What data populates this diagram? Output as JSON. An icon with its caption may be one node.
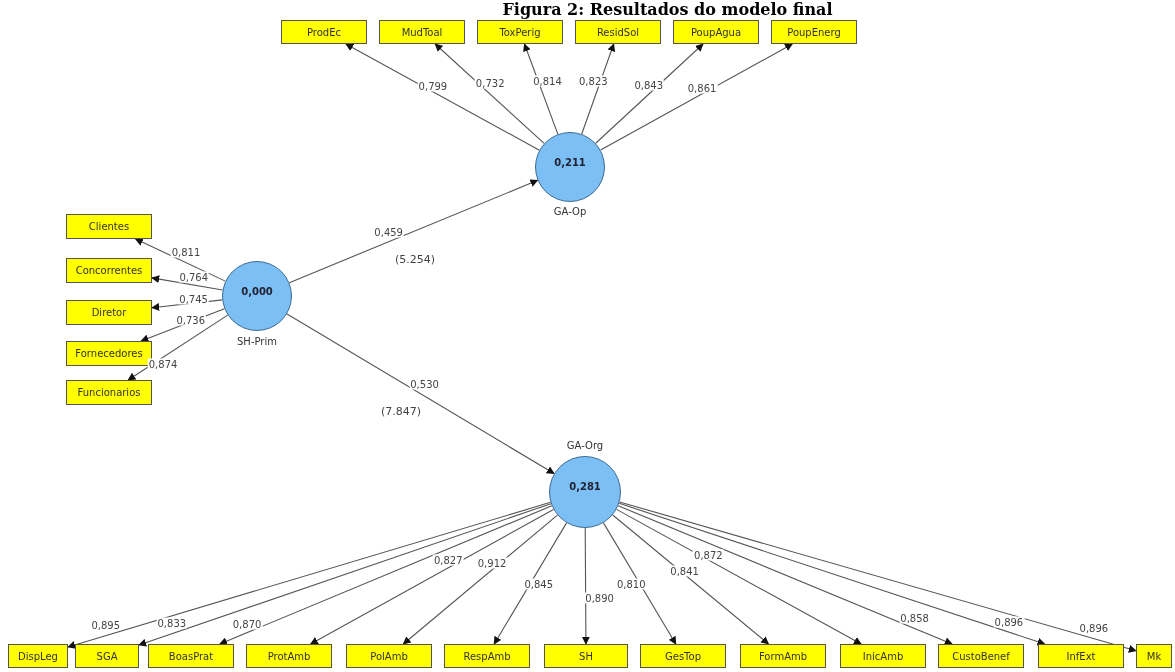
{
  "diagram": {
    "title": "Figura 2: Resultados do modelo final",
    "nodes": [
      {
        "text": [
          "ProdEc"
        ]
      },
      {
        "text": [
          "MudToal"
        ]
      },
      {
        "text": [
          "ToxPerig"
        ]
      },
      {
        "text": [
          "ResidSol"
        ]
      },
      {
        "text": [
          "PoupAgua"
        ]
      },
      {
        "text": [
          "PoupEnerg"
        ]
      },
      {
        "text": [
          "0,211"
        ],
        "beside": [
          "GA-Op"
        ]
      },
      {
        "text": [
          "Clientes"
        ]
      },
      {
        "text": [
          "Concorrentes"
        ]
      },
      {
        "text": [
          "Diretor"
        ]
      },
      {
        "text": [
          "Fornecedores"
        ]
      },
      {
        "text": [
          "Funcionarios"
        ]
      },
      {
        "text": [
          "0,000"
        ],
        "beside": [
          "SH-Prim"
        ]
      },
      {
        "text": [
          "0,281"
        ],
        "beside": [
          "GA-Org"
        ]
      },
      {
        "text": [
          "DispLeg"
        ]
      },
      {
        "text": [
          "SGA"
        ]
      },
      {
        "text": [
          "BoasPrat"
        ]
      },
      {
        "text": [
          "ProtAmb"
        ]
      },
      {
        "text": [
          "PolAmb"
        ]
      },
      {
        "text": [
          "RespAmb"
        ]
      },
      {
        "text": [
          "SH"
        ]
      },
      {
        "text": [
          "GesTop"
        ]
      },
      {
        "text": [
          "FormAmb"
        ]
      },
      {
        "text": [
          "InicAmb"
        ]
      },
      {
        "text": [
          "CustoBenef"
        ]
      },
      {
        "text": [
          "InfExt"
        ]
      },
      {
        "text": [
          "Mk"
        ]
      }
    ],
    "edges": [
      {
        "from": 6,
        "to": 0,
        "arrow": "to",
        "label": "0,799"
      },
      {
        "from": 6,
        "to": 1,
        "arrow": "to",
        "label": "0,732"
      },
      {
        "from": 6,
        "to": 2,
        "arrow": "to",
        "label": "0,814"
      },
      {
        "from": 6,
        "to": 3,
        "arrow": "to",
        "label": "0,823"
      },
      {
        "from": 6,
        "to": 4,
        "arrow": "to",
        "label": "0,843"
      },
      {
        "from": 6,
        "to": 5,
        "arrow": "to",
        "label": "0,861"
      },
      {
        "from": 12,
        "to": 7,
        "arrow": "to",
        "label": "0,811"
      },
      {
        "from": 12,
        "to": 8,
        "arrow": "to",
        "label": "0,764"
      },
      {
        "from": 12,
        "to": 9,
        "arrow": "to",
        "label": "0,745"
      },
      {
        "from": 12,
        "to": 10,
        "arrow": "to",
        "label": "0,736"
      },
      {
        "from": 12,
        "to": 11,
        "arrow": "to",
        "label": "0,874"
      },
      {
        "from": 12,
        "to": 6,
        "arrow": "to",
        "label": "0,459"
      },
      {
        "from": 12,
        "to": 13,
        "arrow": "to",
        "label": "0,530"
      },
      {
        "from": 13,
        "to": 14,
        "arrow": "to",
        "label": "0,895"
      },
      {
        "from": 13,
        "to": 15,
        "arrow": "to",
        "label": "0,833"
      },
      {
        "from": 13,
        "to": 16,
        "arrow": "to",
        "label": "0,870"
      },
      {
        "from": 13,
        "to": 17,
        "arrow": "to",
        "label": "0,827"
      },
      {
        "from": 13,
        "to": 18,
        "arrow": "to",
        "label": "0,912"
      },
      {
        "from": 13,
        "to": 19,
        "arrow": "to",
        "label": "0,845"
      },
      {
        "from": 13,
        "to": 20,
        "arrow": "to",
        "label": "0,890"
      },
      {
        "from": 13,
        "to": 21,
        "arrow": "to",
        "label": "0,810"
      },
      {
        "from": 13,
        "to": 22,
        "arrow": "to",
        "label": "0,841"
      },
      {
        "from": 13,
        "to": 23,
        "arrow": "to",
        "label": "0,872"
      },
      {
        "from": 13,
        "to": 24,
        "arrow": "to",
        "label": "0,858"
      },
      {
        "from": 13,
        "to": 25,
        "arrow": "to",
        "label": "0,896"
      },
      {
        "from": 13,
        "to": 26,
        "arrow": "to",
        "label": "0,896"
      }
    ],
    "labels": [
      "(5.254)",
      "(7.847)"
    ]
  }
}
